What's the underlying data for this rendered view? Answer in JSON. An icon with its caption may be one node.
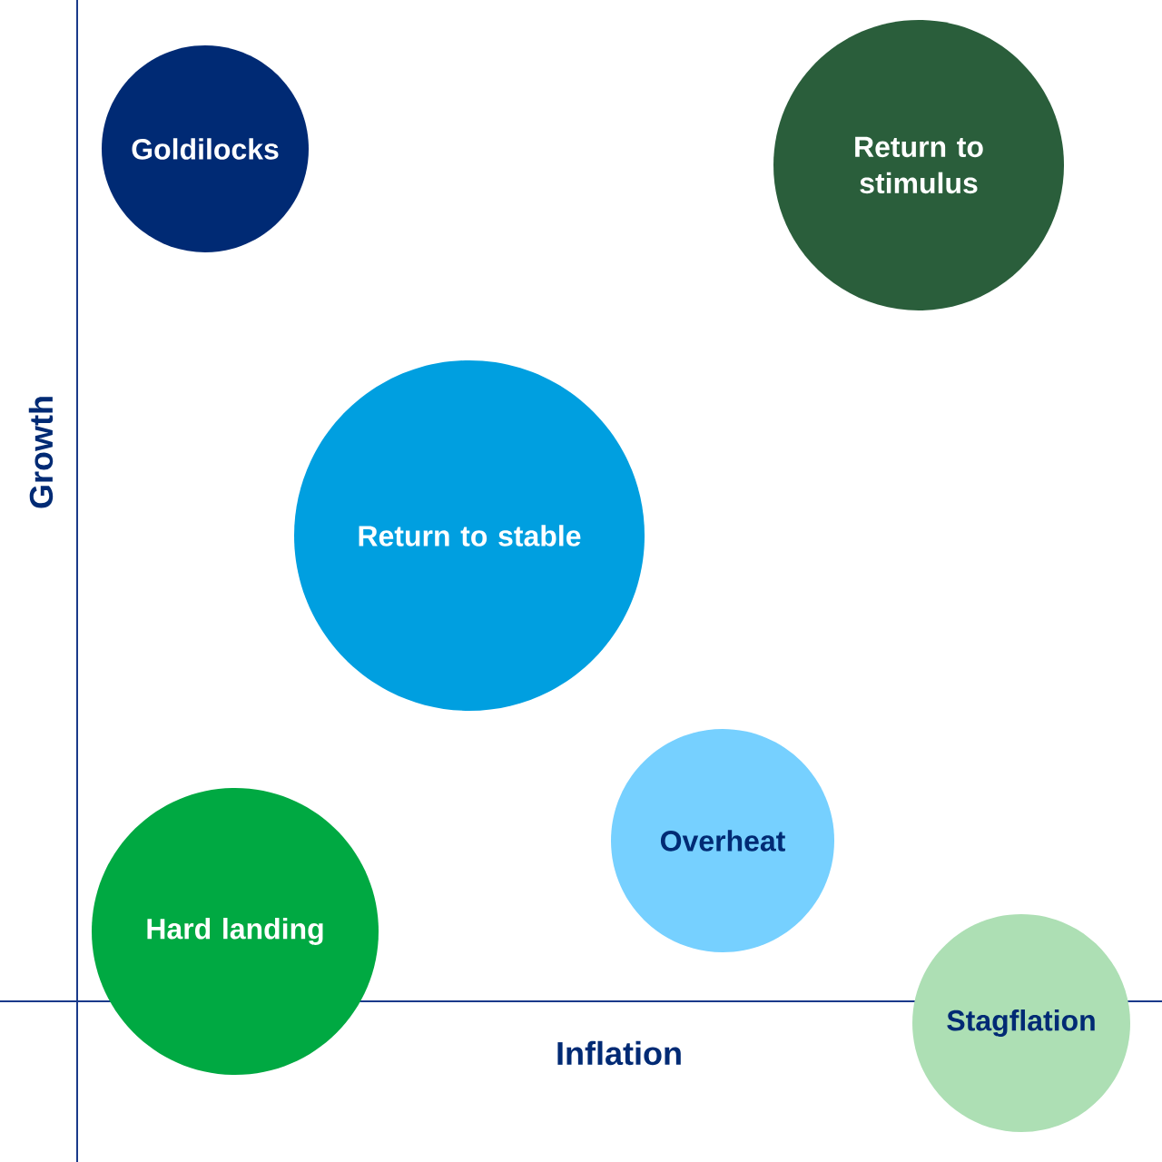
{
  "diagram": {
    "nodes": [
      {
        "text": [
          "Goldilocks"
        ]
      },
      {
        "text": [
          "Return to stimulus"
        ]
      },
      {
        "text": [
          "Return to stable"
        ]
      },
      {
        "text": [
          "Overheat"
        ]
      },
      {
        "text": [
          "Hard landing"
        ]
      },
      {
        "text": [
          "Stagflation"
        ]
      }
    ],
    "labels": [
      "Growth",
      "Inflation"
    ]
  }
}
